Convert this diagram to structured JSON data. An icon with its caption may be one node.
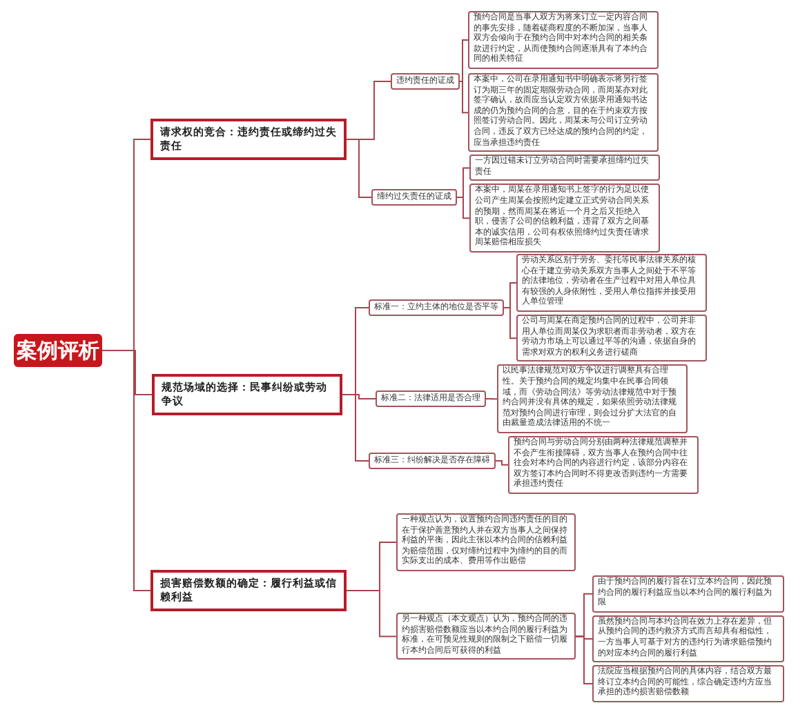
{
  "diagram": {
    "nodes": [
      {
        "text": [
          "案例评析"
        ]
      },
      {
        "text": [
          "请求权的竞合：违约责任或缔约过失责任"
        ]
      },
      {
        "text": [
          "违约责任的证成"
        ]
      },
      {
        "text": [
          "预约合同是当事人双方为将来订立一定内容合同的事先安排，随着磋商程度的不断加深，当事人双方会倾向于在预约合同中对本约合同的相关条款进行约定，从而使预约合同逐渐具有了本约合同的相关特征"
        ]
      },
      {
        "text": [
          "本案中，公司在录用通知书中明确表示将另行签订为期三年的固定期限劳动合同，而周某亦对此签字确认，故而应当认定双方依据录用通知书达成的仍为预约合同的合意，目的在于约束双方按照签订劳动合同。因此，周某未与公司订立劳动合同，违反了双方已经达成的预约合同的约定，应当承担违约责任"
        ]
      },
      {
        "text": [
          "缔约过失责任的证成"
        ]
      },
      {
        "text": [
          "一方因过错未订立劳动合同时需要承担缔约过失责任"
        ]
      },
      {
        "text": [
          "本案中，周某在录用通知书上签字的行为足以使公司产生周某会按照约定建立正式劳动合同关系的预期，然而周某在将近一个月之后又拒绝入职，侵害了公司的信赖利益，违背了双方之间基本的诚实信用，公司有权依照缔约过失责任请求周某赔偿相应损失"
        ]
      },
      {
        "text": [
          "规范场域的选择：民事纠纷或劳动争议"
        ]
      },
      {
        "text": [
          "标准一：立约主体的地位是否平等"
        ]
      },
      {
        "text": [
          "劳动关系区别于劳务、委托等民事法律关系的核心在于建立劳动关系双方当事人之间处于不平等的法律地位，劳动者在生产过程中对用人单位具有较强的人身依附性，受用人单位指挥并接受用人单位管理"
        ]
      },
      {
        "text": [
          "公司与周某在商定预约合同的过程中，公司并非用人单位而周某仅为求职者而非劳动者，双方在劳动力市场上可以通过平等的沟通，依据自身的需求对双方的权利义务进行磋商"
        ]
      },
      {
        "text": [
          "标准二：法律适用是否合理"
        ]
      },
      {
        "text": [
          "以民事法律规范对双方争议进行调整具有合理性。关于预约合同的规定均集中在民事合同领域，而《劳动合同法》等劳动法律规范中对于预约合同并没有具体的规定，如果依照劳动法律规范对预约合同进行审理，则会过分扩大法官的自由裁量造成法律适用的不统一"
        ]
      },
      {
        "text": [
          "标准三：纠纷解决是否存在障碍"
        ]
      },
      {
        "text": [
          "预约合同与劳动合同分别由两种法律规范调整并不会产生衔接障碍，双方当事人在预约合同中往往会对本约合同的内容进行约定，该部分内容在双方签订本约合同时不得更改否则违约一方需要承担违约责任"
        ]
      },
      {
        "text": [
          "损害赔偿数额的确定：履行利益或信赖利益"
        ]
      },
      {
        "text": [
          "一种观点认为，设置预约合同违约责任的目的在于保护善意预约人并在双方当事人之间保持利益的平衡，因此主张以本约合同的信赖利益为赔偿范围，仅对缔约过程中为缔约的目的而实际支出的成本、费用等作出赔偿"
        ]
      },
      {
        "text": [
          "另一种观点（本文观点）认为，预约合同的违约损害赔偿数额应当以本约合同的履行利益为标准，在可预见性规则的限制之下赔偿一切履行本约合同后可获得的利益"
        ]
      },
      {
        "text": [
          "由于预约合同的履行旨在订立本约合同，因此预约合同的履行利益应当以本约合同的履行利益为限"
        ]
      },
      {
        "text": [
          "虽然预约合同与本约合同在效力上存在差异，但从预约合同的违约救济方式而言却具有相似性，一方当事人可基于对方的违约行为请求赔偿预约的对应本约合同的履行利益"
        ]
      },
      {
        "text": [
          "法院应当根据预约合同的具体内容，结合双方最终订立本约合同的可能性，综合确定违约方应当承担的违约损害赔偿数额"
        ]
      }
    ],
    "edges": [
      {
        "from": 0,
        "to": 1,
        "arrow": "none"
      },
      {
        "from": 0,
        "to": 8,
        "arrow": "none"
      },
      {
        "from": 0,
        "to": 16,
        "arrow": "none"
      },
      {
        "from": 1,
        "to": 2,
        "arrow": "none"
      },
      {
        "from": 1,
        "to": 5,
        "arrow": "none"
      },
      {
        "from": 2,
        "to": 3,
        "arrow": "none"
      },
      {
        "from": 2,
        "to": 4,
        "arrow": "none"
      },
      {
        "from": 5,
        "to": 6,
        "arrow": "none"
      },
      {
        "from": 5,
        "to": 7,
        "arrow": "none"
      },
      {
        "from": 8,
        "to": 9,
        "arrow": "none"
      },
      {
        "from": 8,
        "to": 12,
        "arrow": "none"
      },
      {
        "from": 8,
        "to": 14,
        "arrow": "none"
      },
      {
        "from": 9,
        "to": 10,
        "arrow": "none"
      },
      {
        "from": 9,
        "to": 11,
        "arrow": "none"
      },
      {
        "from": 12,
        "to": 13,
        "arrow": "none"
      },
      {
        "from": 14,
        "to": 15,
        "arrow": "none"
      },
      {
        "from": 16,
        "to": 17,
        "arrow": "none"
      },
      {
        "from": 16,
        "to": 18,
        "arrow": "none"
      },
      {
        "from": 18,
        "to": 19,
        "arrow": "none"
      },
      {
        "from": 18,
        "to": 20,
        "arrow": "none"
      },
      {
        "from": 18,
        "to": 21,
        "arrow": "none"
      }
    ]
  }
}
